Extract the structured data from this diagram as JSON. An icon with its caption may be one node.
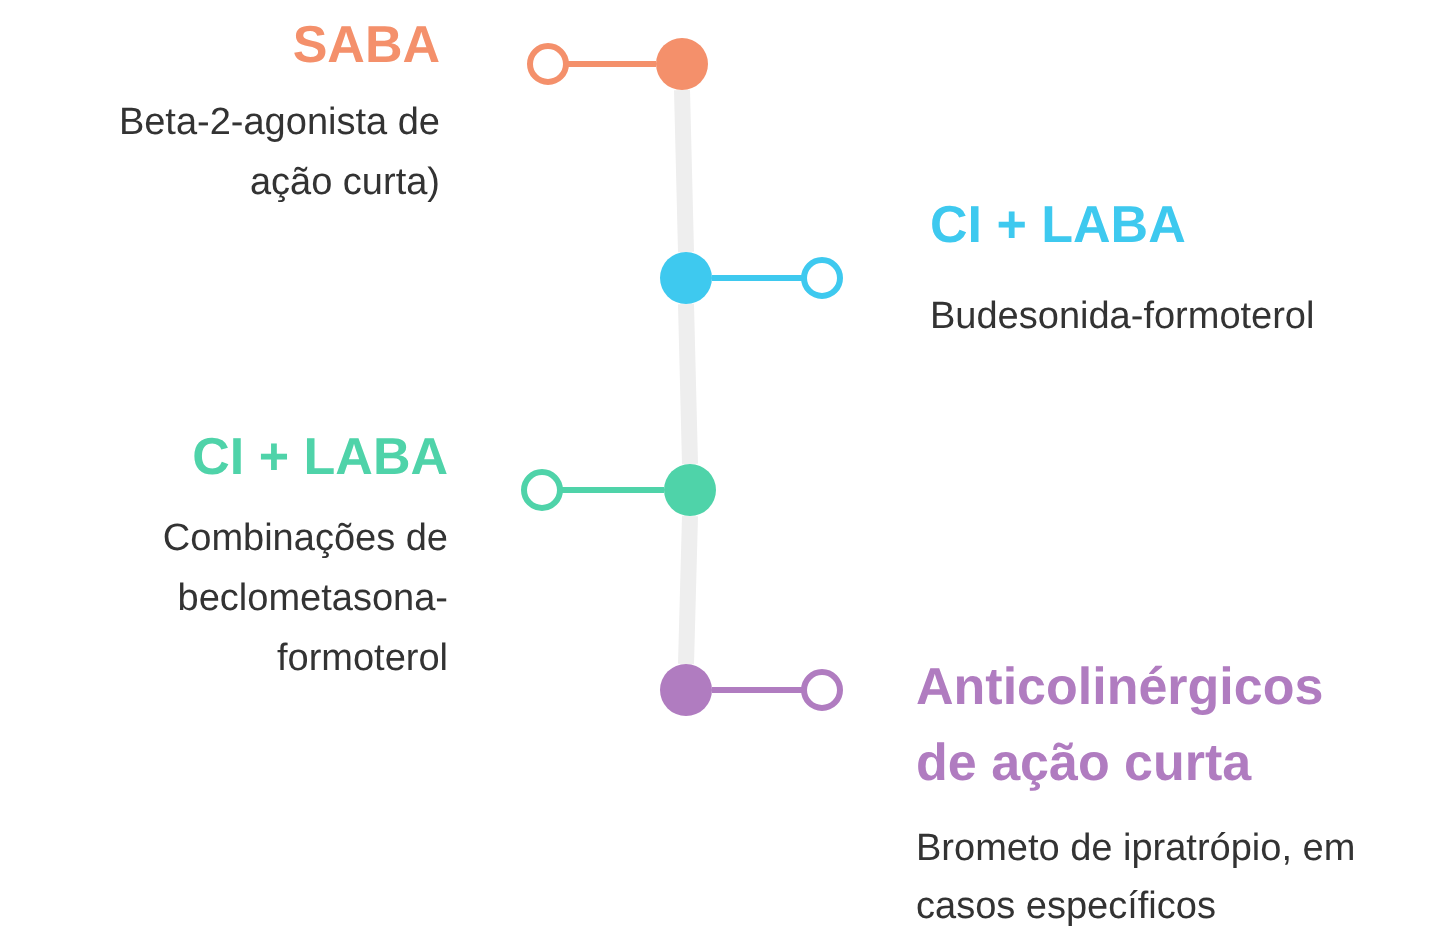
{
  "diagram": {
    "nodes": [
      {
        "text": [
          "SABA",
          "Beta-2-agonista de ação curta)"
        ]
      },
      {
        "text": [],
        "shape": "circle"
      },
      {
        "text": [
          "CI + LABA",
          "Budesonida-formoterol"
        ]
      },
      {
        "text": [],
        "shape": "circle"
      },
      {
        "text": [
          "CI + LABA",
          "Combinações de beclometasona-formoterol"
        ]
      },
      {
        "text": [],
        "shape": "circle"
      },
      {
        "text": [
          "Anticolinérgicos de ação curta",
          "Brometo de ipratrópio, em casos específicos"
        ]
      },
      {
        "text": [],
        "shape": "circle"
      }
    ],
    "edges": [
      {
        "from": 1,
        "to": 3,
        "arrow": "none",
        "style": "thick",
        "color": "#eeeeee"
      },
      {
        "from": 3,
        "to": 5,
        "arrow": "none",
        "style": "thick",
        "color": "#eeeeee"
      },
      {
        "from": 5,
        "to": 7,
        "arrow": "none",
        "style": "thick",
        "color": "#eeeeee"
      },
      {
        "from": 1,
        "to": 0,
        "arrow": "other",
        "color": "#f4906b"
      },
      {
        "from": 3,
        "to": 2,
        "arrow": "other",
        "color": "#3ec9ef"
      },
      {
        "from": 5,
        "to": 4,
        "arrow": "other",
        "color": "#4fd3a9"
      },
      {
        "from": 7,
        "to": 6,
        "arrow": "other",
        "color": "#b07cc0"
      }
    ]
  }
}
